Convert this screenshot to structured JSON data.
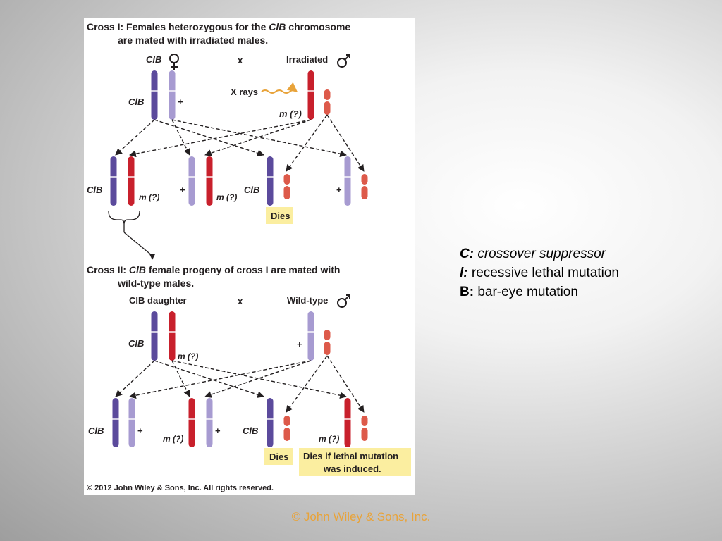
{
  "cross1": {
    "title_line1_pre": "Cross I: Females heterozygous for the ",
    "title_line1_italic": "ClB",
    "title_line1_post": " chromosome",
    "title_line2": "are mated with irradiated males.",
    "female_label": "ClB",
    "cross_symbol": "x",
    "male_label": "Irradiated",
    "xrays_label": "X rays",
    "chrom_clb_label": "ClB",
    "chrom_plus_label": "+",
    "m_label": "m (?)"
  },
  "cross1_progeny": {
    "p1_clb": "ClB",
    "p1_m": "m (?)",
    "p2_plus": "+",
    "p2_m": "m (?)",
    "p3_clb": "ClB",
    "p3_dies": "Dies",
    "p4_plus": "+"
  },
  "cross2": {
    "title_line1_pre": "Cross II: ",
    "title_line1_italic": "ClB",
    "title_line1_post": " female progeny of cross I are mated with",
    "title_line2": "wild-type males.",
    "female_label": "ClB daughter",
    "cross_symbol": "x",
    "male_label": "Wild-type",
    "chrom_clb_label": "ClB",
    "m_label": "m (?)",
    "chrom_plus_label": "+"
  },
  "cross2_progeny": {
    "p1_clb": "ClB",
    "p1_plus": "+",
    "p2_m": "m (?)",
    "p2_plus": "+",
    "p3_clb": "ClB",
    "p3_dies": "Dies",
    "p4_m": "m (?)",
    "p4_dies_line1": "Dies if lethal mutation",
    "p4_dies_line2": "was induced."
  },
  "figure_copyright": "© 2012 John Wiley & Sons, Inc. All rights reserved.",
  "legend": [
    {
      "key": "C:",
      "value": "crossover suppressor",
      "value_italic": true
    },
    {
      "key": "l:",
      "value": "recessive lethal mutation",
      "value_italic": false
    },
    {
      "key": "B:",
      "value": "bar-eye mutation",
      "value_italic": false
    }
  ],
  "footer": "© John Wiley & Sons, Inc.",
  "colors": {
    "clb_chromosome": "#5b4a9c",
    "plus_chromosome": "#a79bd1",
    "mutant_chromosome": "#c8202c",
    "y_chromosome": "#dd5a4a",
    "xray_arrow": "#e8a33a",
    "dies_box": "#fbeea0",
    "footer_text": "#e8a33a"
  }
}
